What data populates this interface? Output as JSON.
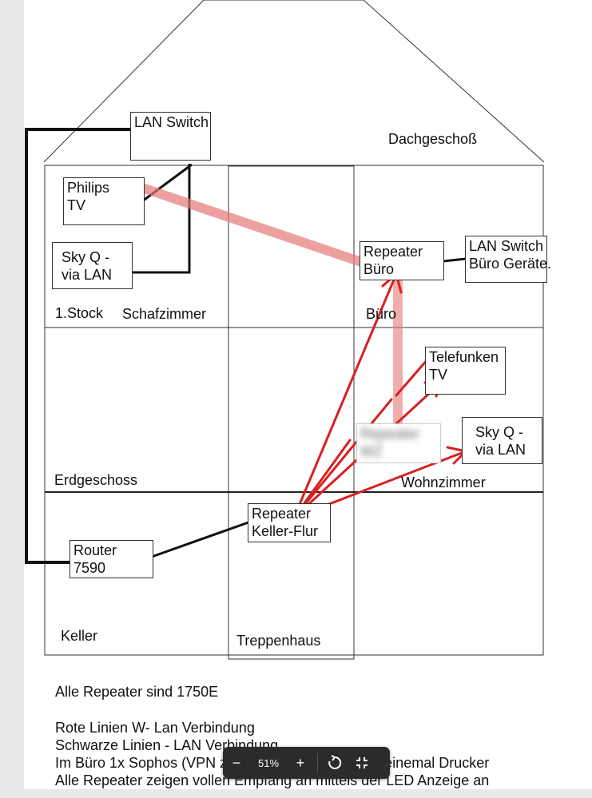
{
  "diagram": {
    "roof_label": "Dachgeschoß",
    "floors": {
      "first": {
        "floor_label": "1.Stock",
        "room_label": "Schafzimmer",
        "office_label": "Büro"
      },
      "ground": {
        "floor_label": "Erdgeschoss",
        "room_label": "Wohnzimmer"
      },
      "basement": {
        "floor_label": "Keller",
        "stair_label": "Treppenhaus"
      }
    },
    "devices": {
      "lan_switch_top": "LAN Switch",
      "philips_tv": [
        "Philips",
        "TV"
      ],
      "sky_q_upper": [
        "Sky Q -",
        "via LAN"
      ],
      "repeater_buero": [
        "Repeater",
        "Büro"
      ],
      "lan_switch_buero": [
        "LAN Switch",
        "Büro Geräte."
      ],
      "telefunken_tv": [
        "Telefunken",
        "TV"
      ],
      "repeater_wohnzimmer_blurred": [
        "Repeater",
        "WZ"
      ],
      "sky_q_lower": [
        "Sky Q -",
        "via LAN"
      ],
      "repeater_keller": [
        "Repeater",
        "Keller-Flur"
      ],
      "router": [
        "Router",
        "7590"
      ]
    },
    "colors": {
      "wifi": "#d8201f",
      "lan": "#111111",
      "stroke": "#333333"
    }
  },
  "notes": [
    "Alle Repeater sind 1750E",
    "",
    "Rote Linien W- Lan Verbindung",
    "Schwarze Linien - LAN Verbindung",
    "Im Büro 1x Sophos (VPN zur Zentrale), 1 x PC und einemal Drucker",
    "Alle Repeater zeigen vollen Empfang an mittels der LED Anzeige an"
  ],
  "toolbar": {
    "zoom_out": "−",
    "zoom_level": "51%",
    "zoom_in": "+",
    "rotate_icon": "rotate-icon",
    "fit_icon": "collapse-icon"
  }
}
